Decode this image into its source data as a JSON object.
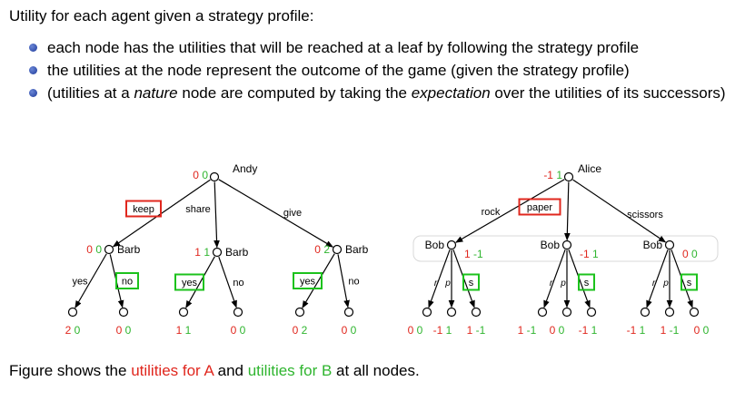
{
  "title": "Utility for each agent given a strategy profile:",
  "bullets": [
    {
      "parts": [
        "each node has the utilities that will be reached at a leaf by following the strategy profile"
      ]
    },
    {
      "parts": [
        "the utilities at the node represent the outcome of the game (given the strategy profile)"
      ]
    },
    {
      "parts": [
        "(utilities at a ",
        "nature",
        " node are computed by taking the ",
        "expectation",
        " over the utilities of its successors)"
      ]
    }
  ],
  "footer": {
    "pre": "Figure shows the ",
    "a": "utilities for A",
    "mid": " and ",
    "b": "utilities for B",
    "post": " at all nodes."
  },
  "colors": {
    "a": "#e0271e",
    "b": "#2fb52f",
    "box_red": "#e0271e",
    "box_green": "#1cc21c"
  },
  "tree1": {
    "root": {
      "label": "Andy",
      "ua": "0",
      "ub": "0"
    },
    "edges": [
      "keep",
      "share",
      "give"
    ],
    "chosen": "keep",
    "barbs": [
      {
        "label": "Barb",
        "ua": "0",
        "ub": "0",
        "yes": "yes",
        "no": "no",
        "chosen": "no"
      },
      {
        "label": "Barb",
        "ua": "1",
        "ub": "1",
        "yes": "yes",
        "no": "no",
        "chosen": "yes"
      },
      {
        "label": "Barb",
        "ua": "0",
        "ub": "2",
        "yes": "yes",
        "no": "no",
        "chosen": "yes"
      }
    ],
    "leaves": [
      [
        "2",
        "0"
      ],
      [
        "0",
        "0"
      ],
      [
        "1",
        "1"
      ],
      [
        "0",
        "0"
      ],
      [
        "0",
        "2"
      ],
      [
        "0",
        "0"
      ]
    ]
  },
  "tree2": {
    "root": {
      "label": "Alice",
      "ua": "-1",
      "ub": "1"
    },
    "edges": [
      "rock",
      "paper",
      "scissors"
    ],
    "chosen": "paper",
    "bobs": [
      {
        "label": "Bob",
        "ua": "1",
        "ub": "-1",
        "chosen": "s"
      },
      {
        "label": "Bob",
        "ua": "-1",
        "ub": "1",
        "chosen": "s"
      },
      {
        "label": "Bob",
        "ua": "0",
        "ub": "0",
        "chosen": "s"
      }
    ],
    "leaves": [
      "0 0",
      "-1 1",
      "1 -1",
      "1 -1",
      "0 0",
      "-1 1",
      "-1 1",
      "1 -1",
      "0 0"
    ]
  }
}
